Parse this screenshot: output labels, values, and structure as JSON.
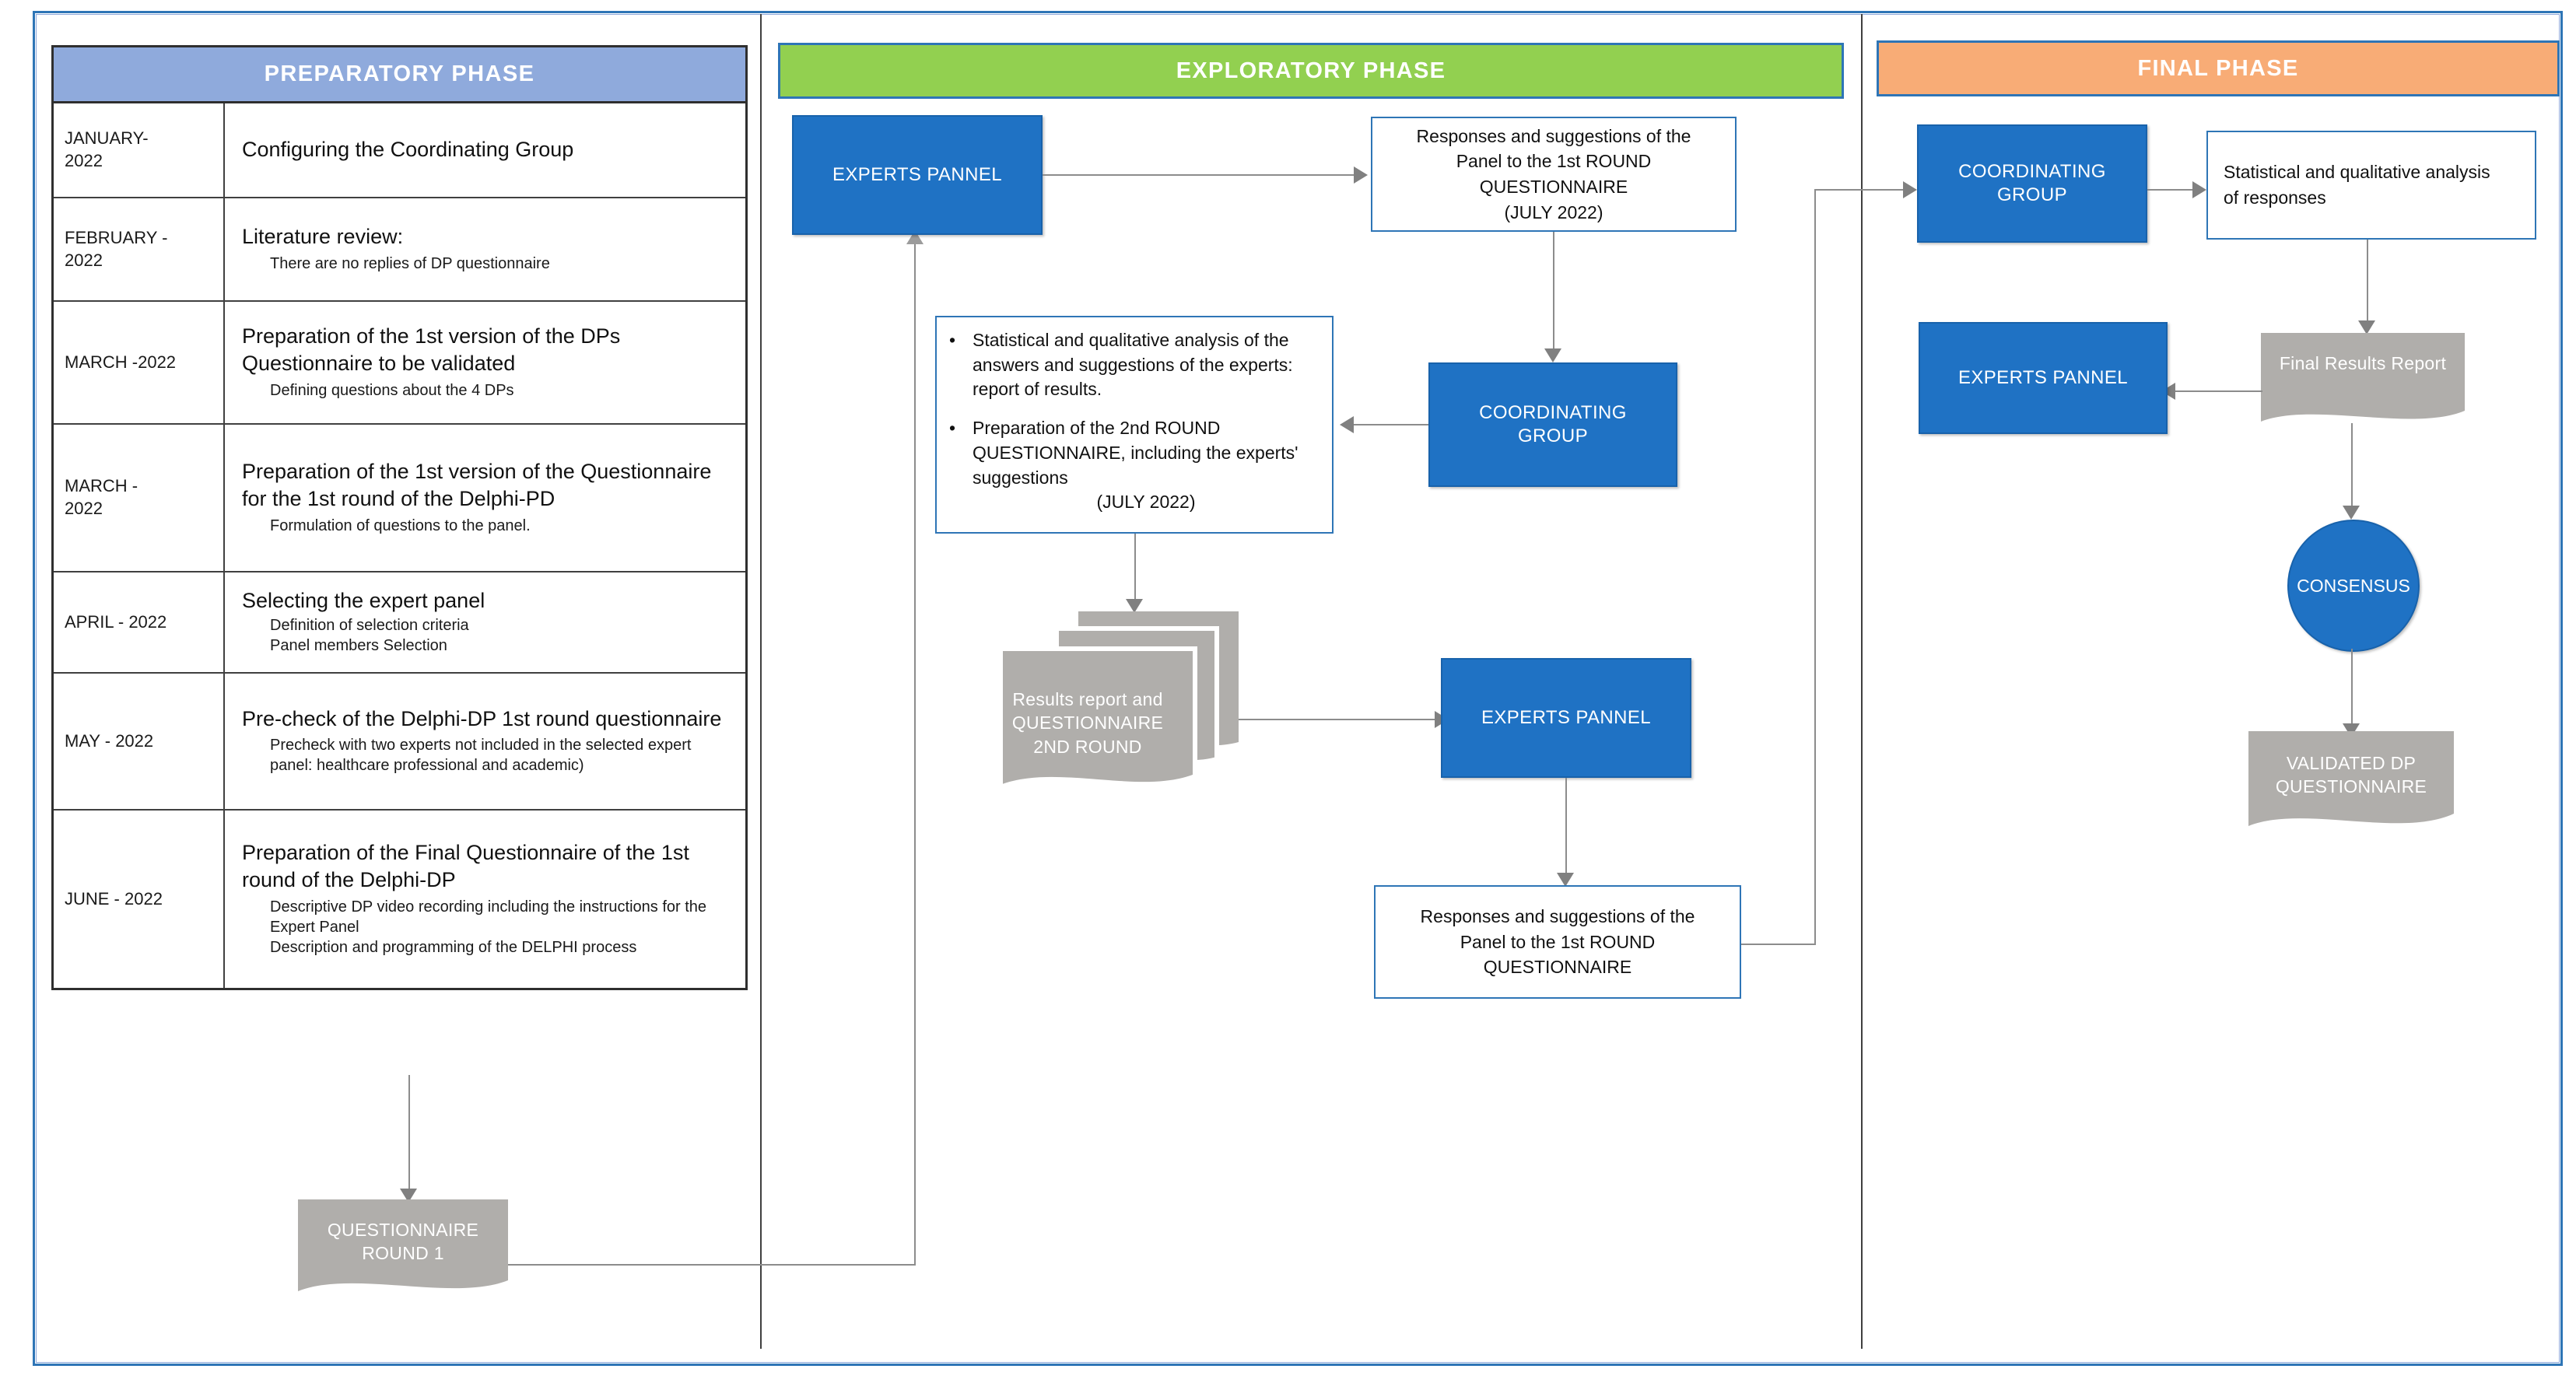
{
  "diagram": {
    "title": "Delphi-DP study flow diagram",
    "colors": {
      "preparatory_header": "#8faadc",
      "exploratory_header": "#92d050",
      "final_header": "#f8ac76",
      "process_blue": "#1f72c4",
      "document_gray": "#b0aeab",
      "frame_border": "#2e75b6",
      "connector": "#8c8c8c"
    }
  },
  "phases": {
    "preparatory": {
      "title": "PREPARATORY PHASE"
    },
    "exploratory": {
      "title": "EXPLORATORY PHASE"
    },
    "final": {
      "title": "FINAL PHASE"
    }
  },
  "preparatory_table": {
    "rows": [
      {
        "month": "JANUARY-\n2022",
        "title": "Configuring the Coordinating Group",
        "subitems": []
      },
      {
        "month": "FEBRUARY -\n2022",
        "title": "Literature review:",
        "subitems": [
          "There are no replies of DP questionnaire"
        ]
      },
      {
        "month": "MARCH -2022",
        "title": "Preparation of the 1st version of the DPs Questionnaire to be validated",
        "subitems": [
          "Defining questions about the 4 DPs"
        ]
      },
      {
        "month": "MARCH -\n2022",
        "title": "Preparation of the 1st version of the Questionnaire for the 1st round of the Delphi-PD",
        "subitems": [
          "Formulation of questions to the panel."
        ]
      },
      {
        "month": "APRIL - 2022",
        "title": "Selecting the expert panel",
        "subitems": [
          "Definition of selection criteria",
          "Panel members Selection"
        ]
      },
      {
        "month": "MAY - 2022",
        "title": "Pre-check of the Delphi-DP 1st round questionnaire",
        "subitems": [
          "Precheck with two experts  not included in the selected expert panel: healthcare professional and academic)"
        ]
      },
      {
        "month": "JUNE - 2022",
        "title": "Preparation of the Final Questionnaire of the 1st round of the Delphi-DP",
        "subitems": [
          "Descriptive DP video recording including the instructions  for the Expert Panel",
          "Description and programming of the DELPHI process"
        ]
      }
    ]
  },
  "nodes": {
    "questionnaire_round_1": {
      "label": "QUESTIONNAIRE\nROUND 1",
      "type": "document"
    },
    "experts_panel_top": {
      "label": "EXPERTS PANNEL",
      "type": "process"
    },
    "responses_1st_round_july": {
      "label": "Responses and suggestions of the\nPanel to the 1st ROUND\nQUESTIONNAIRE\n(JULY 2022)",
      "type": "data"
    },
    "coordinating_group_exploratory": {
      "label": "COORDINATING\nGROUP",
      "type": "process"
    },
    "analysis_box": {
      "bullets": [
        "Statistical and qualitative analysis of the answers and suggestions of the experts: report of results.",
        "Preparation of the 2nd ROUND QUESTIONNAIRE, including the experts' suggestions"
      ],
      "footer": "(JULY 2022)",
      "type": "data"
    },
    "results_report_2nd_round": {
      "label": "Results report and\nQUESTIONNAIRE\n2ND ROUND",
      "type": "multi-document"
    },
    "experts_panel_mid": {
      "label": "EXPERTS PANNEL",
      "type": "process"
    },
    "responses_1st_round": {
      "label": "Responses and suggestions of the\nPanel to the 1st ROUND\nQUESTIONNAIRE",
      "type": "data"
    },
    "coordinating_group_final": {
      "label": "COORDINATING\nGROUP",
      "type": "process"
    },
    "statistical_analysis_responses": {
      "label": "Statistical and qualitative analysis\nof responses",
      "type": "data"
    },
    "final_results_report": {
      "label": "Final Results Report",
      "type": "document"
    },
    "experts_panel_final": {
      "label": "EXPERTS PANNEL",
      "type": "process"
    },
    "consensus": {
      "label": "CONSENSUS",
      "type": "terminator"
    },
    "validated_dp_questionnaire": {
      "label": "VALIDATED DP\nQUESTIONNAIRE",
      "type": "document"
    }
  }
}
